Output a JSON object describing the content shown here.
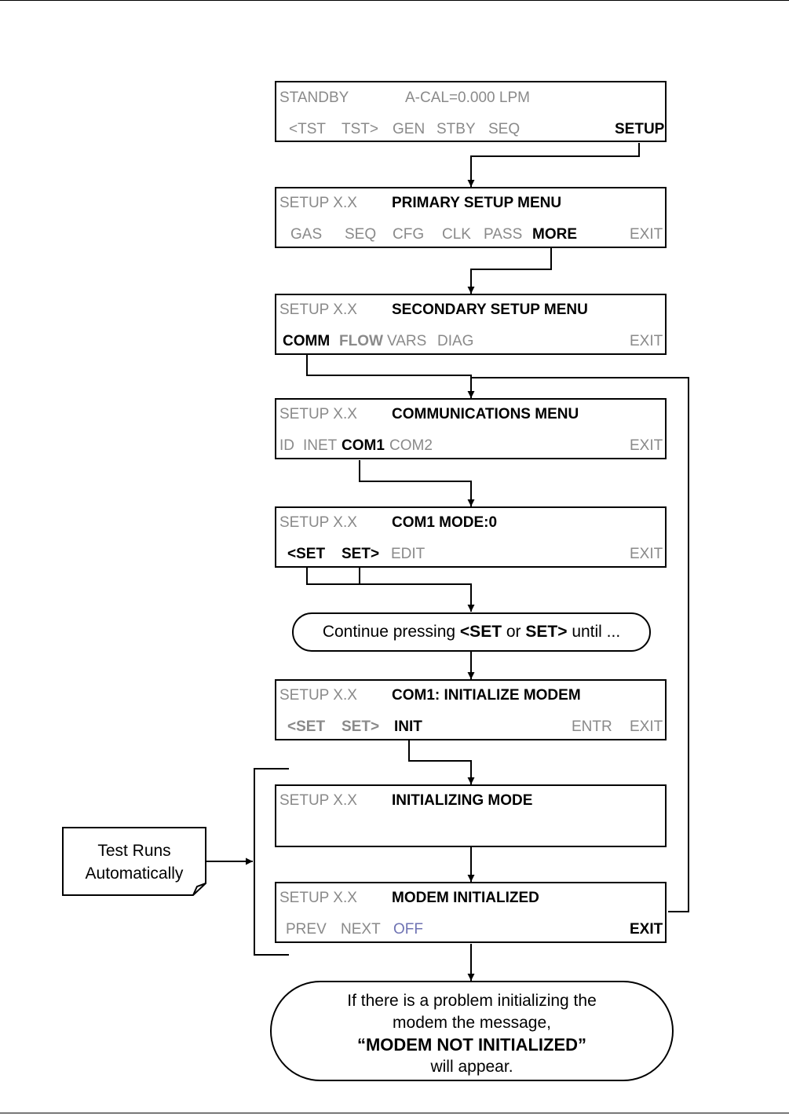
{
  "panels": {
    "p1": {
      "top_left": "STANDBY",
      "top_right": "A-CAL=0.000 LPM",
      "keys": [
        "<TST",
        "TST>",
        "GEN",
        "STBY",
        "SEQ",
        "SETUP"
      ]
    },
    "p2": {
      "top_left": "SETUP X.X",
      "title": "PRIMARY SETUP MENU",
      "keys": [
        "GAS",
        "SEQ",
        "CFG",
        "CLK",
        "PASS",
        "MORE",
        "EXIT"
      ]
    },
    "p3": {
      "top_left": "SETUP X.X",
      "title": "SECONDARY SETUP MENU",
      "keys": [
        "COMM",
        "FLOW",
        "VARS",
        "DIAG",
        "EXIT"
      ]
    },
    "p4": {
      "top_left": "SETUP X.X",
      "title": "COMMUNICATIONS MENU",
      "keys": [
        "ID",
        "INET",
        "COM1",
        "COM2",
        "EXIT"
      ]
    },
    "p5": {
      "top_left": "SETUP X.X",
      "title": "COM1 MODE:0",
      "keys": [
        "<SET",
        "SET>",
        "EDIT",
        "EXIT"
      ]
    },
    "p6": {
      "top_left": "SETUP X.X",
      "title": "COM1: INITIALIZE MODEM",
      "keys": [
        "<SET",
        "SET>",
        "INIT",
        "ENTR",
        "EXIT"
      ]
    },
    "p7": {
      "top_left": "SETUP X.X",
      "title": "INITIALIZING MODE"
    },
    "p8": {
      "top_left": "SETUP X.X",
      "title": "MODEM INITIALIZED",
      "keys": [
        "PREV",
        "NEXT",
        "OFF",
        "EXIT"
      ]
    }
  },
  "continue_note": {
    "pre": "Continue pressing ",
    "k1": "<SET",
    "mid": " or ",
    "k2": "SET>",
    "post": " until ..."
  },
  "side_note": {
    "line1": "Test Runs",
    "line2": "Automatically"
  },
  "final_note": {
    "line1": "If there is a problem initializing the",
    "line2": "modem the message,",
    "line3": "“MODEM NOT INITIALIZED”",
    "line4": "will appear."
  }
}
